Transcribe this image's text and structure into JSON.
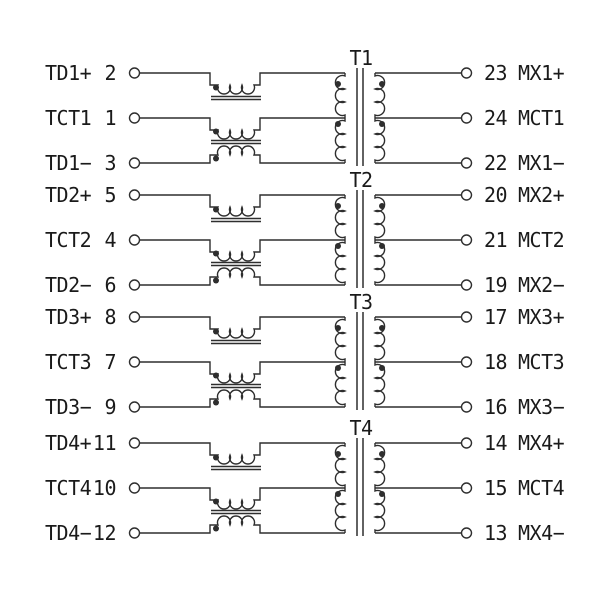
{
  "diagram": {
    "background": "#ffffff",
    "line_color": "#2e2e2e",
    "text_color": "#1a1a1a",
    "channels": [
      {
        "transformer": "T1",
        "left": [
          {
            "label": "TD1+",
            "pin": "2"
          },
          {
            "label": "TCT1",
            "pin": "1"
          },
          {
            "label": "TD1−",
            "pin": "3"
          }
        ],
        "right": [
          {
            "pin": "23",
            "label": "MX1+"
          },
          {
            "pin": "24",
            "label": "MCT1"
          },
          {
            "pin": "22",
            "label": "MX1−"
          }
        ]
      },
      {
        "transformer": "T2",
        "left": [
          {
            "label": "TD2+",
            "pin": "5"
          },
          {
            "label": "TCT2",
            "pin": "4"
          },
          {
            "label": "TD2−",
            "pin": "6"
          }
        ],
        "right": [
          {
            "pin": "20",
            "label": "MX2+"
          },
          {
            "pin": "21",
            "label": "MCT2"
          },
          {
            "pin": "19",
            "label": "MX2−"
          }
        ]
      },
      {
        "transformer": "T3",
        "left": [
          {
            "label": "TD3+",
            "pin": "8"
          },
          {
            "label": "TCT3",
            "pin": "7"
          },
          {
            "label": "TD3−",
            "pin": "9"
          }
        ],
        "right": [
          {
            "pin": "17",
            "label": "MX3+"
          },
          {
            "pin": "18",
            "label": "MCT3"
          },
          {
            "pin": "16",
            "label": "MX3−"
          }
        ]
      },
      {
        "transformer": "T4",
        "left": [
          {
            "label": "TD4+",
            "pin": "11"
          },
          {
            "label": "TCT4",
            "pin": "10"
          },
          {
            "label": "TD4−",
            "pin": "12"
          }
        ],
        "right": [
          {
            "pin": "14",
            "label": "MX4+"
          },
          {
            "pin": "15",
            "label": "MCT4"
          },
          {
            "pin": "13",
            "label": "MX4−"
          }
        ]
      }
    ]
  }
}
